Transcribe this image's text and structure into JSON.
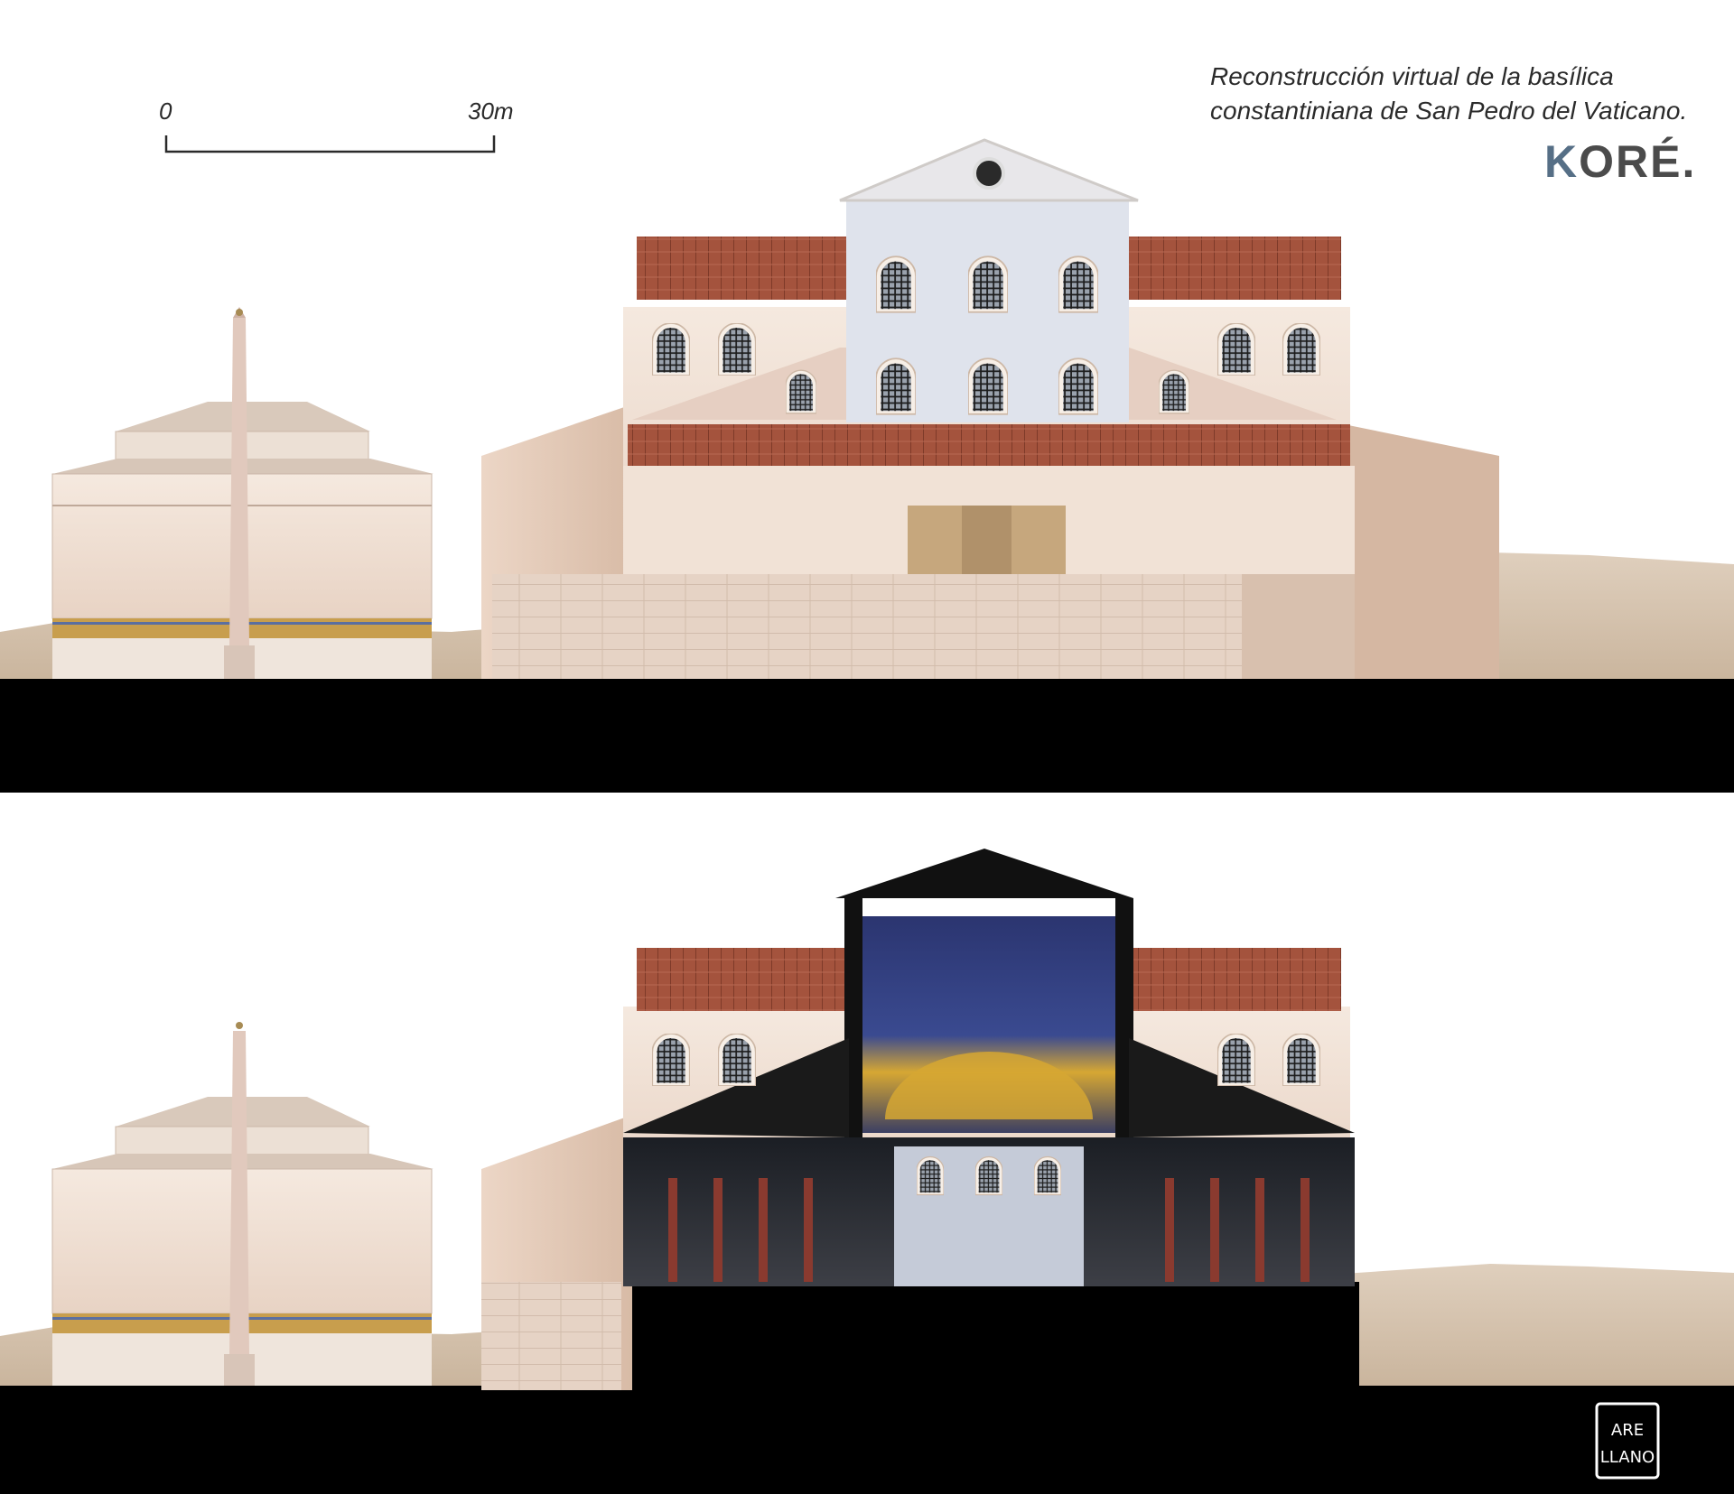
{
  "scale_bar": {
    "start_label": "0",
    "end_label": "30m"
  },
  "caption": {
    "line1": "Reconstrucción virtual de la basílica",
    "line2": "constantiniana de San Pedro del Vaticano."
  },
  "brand": {
    "initial": "K",
    "rest": "ORÉ."
  },
  "signature": "ARE LLANO",
  "colors": {
    "brick_roof": "#a4533d",
    "wall_cream": "#f1e2d6",
    "facade_blue": "#dfe3ec",
    "mosaic_blue": "#2c3a7a",
    "mosaic_gold": "#d6a733",
    "ground": "#000000",
    "brand_accent": "#566f86"
  }
}
